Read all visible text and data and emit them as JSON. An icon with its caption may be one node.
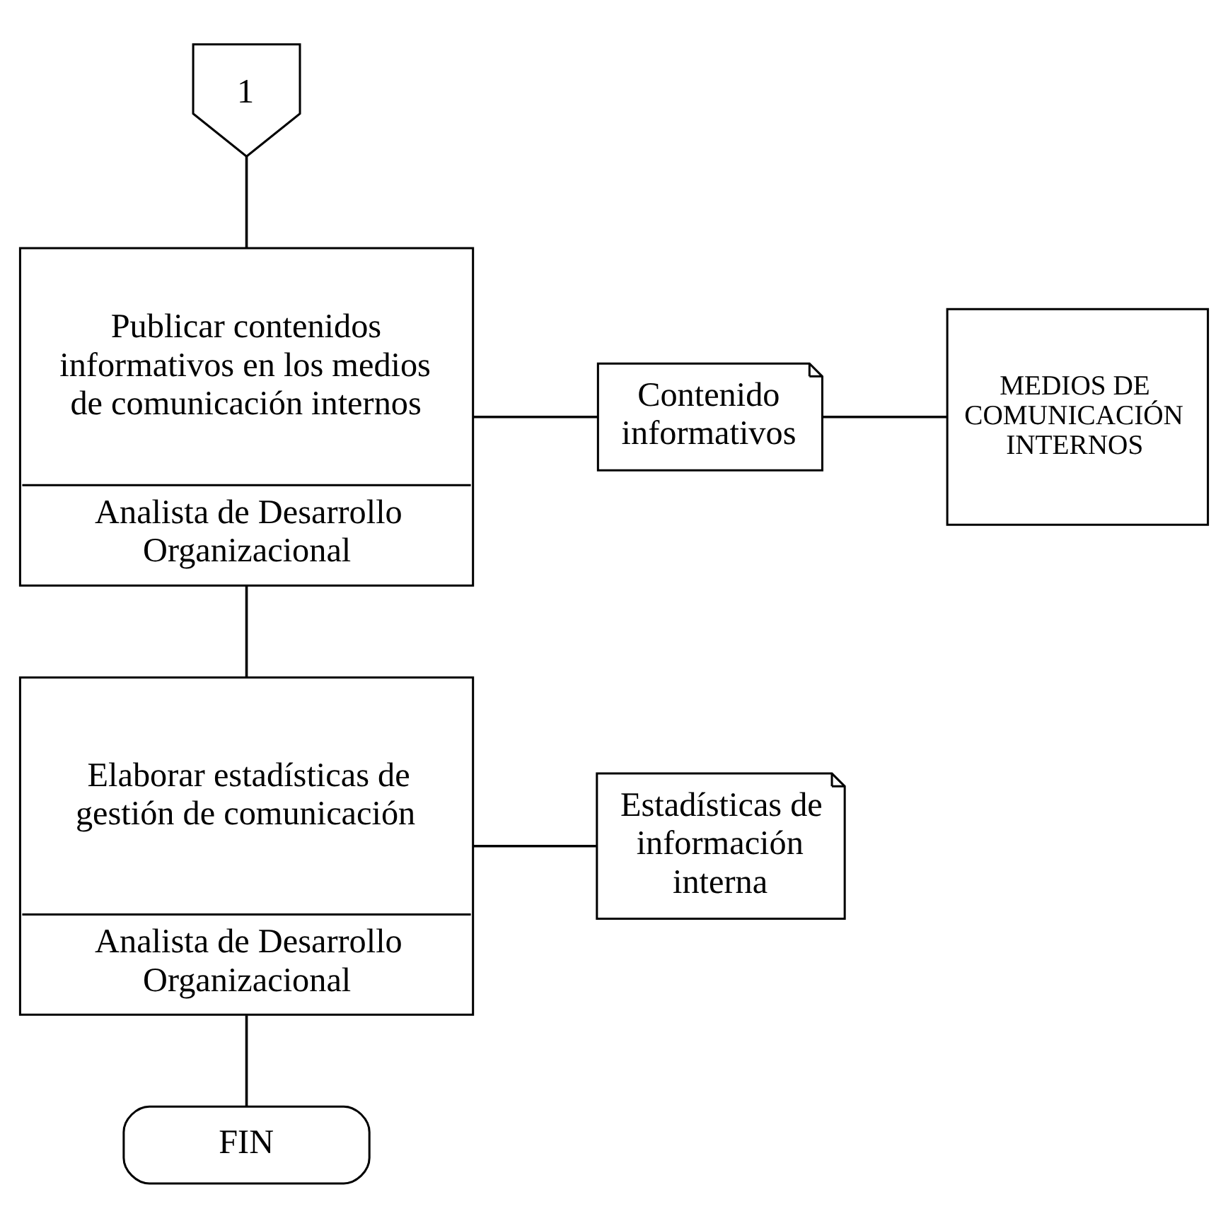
{
  "diagram": {
    "nodes": [
      {
        "text": [
          "1"
        ]
      },
      {
        "text": [
          "Publicar contenidos informativos en los medios de comunicación internos",
          "Analista de Desarrollo Organizacional"
        ]
      },
      {
        "text": [
          "Contenido informativos"
        ]
      },
      {
        "text": [
          "MEDIOS DE COMUNICACIÓN INTERNOS"
        ]
      },
      {
        "text": [
          "Elaborar estadísticas de gestión de comunicación",
          "Analista de Desarrollo Organizacional"
        ]
      },
      {
        "text": [
          "Estadísticas de información interna"
        ]
      },
      {
        "text": [
          "FIN"
        ]
      }
    ],
    "edges": [
      {
        "from": 0,
        "to": 1,
        "arrow": "none"
      },
      {
        "from": 1,
        "to": 2,
        "arrow": "none"
      },
      {
        "from": 2,
        "to": 3,
        "arrow": "none"
      },
      {
        "from": 1,
        "to": 4,
        "arrow": "none"
      },
      {
        "from": 4,
        "to": 5,
        "arrow": "none"
      },
      {
        "from": 4,
        "to": 6,
        "arrow": "none"
      }
    ]
  }
}
